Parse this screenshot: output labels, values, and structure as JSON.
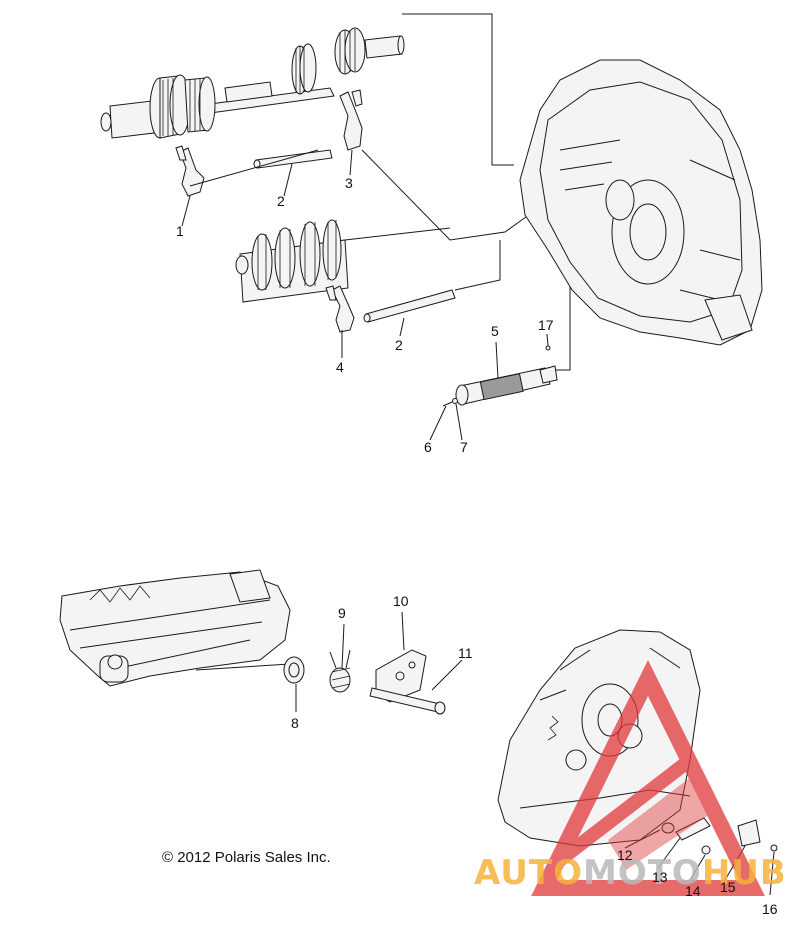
{
  "callouts": [
    {
      "id": "1",
      "label": "1"
    },
    {
      "id": "2a",
      "label": "2"
    },
    {
      "id": "3",
      "label": "3"
    },
    {
      "id": "2b",
      "label": "2"
    },
    {
      "id": "4",
      "label": "4"
    },
    {
      "id": "5",
      "label": "5"
    },
    {
      "id": "17",
      "label": "17"
    },
    {
      "id": "6",
      "label": "6"
    },
    {
      "id": "7",
      "label": "7"
    },
    {
      "id": "9",
      "label": "9"
    },
    {
      "id": "10",
      "label": "10"
    },
    {
      "id": "11",
      "label": "11"
    },
    {
      "id": "8",
      "label": "8"
    },
    {
      "id": "12",
      "label": "12"
    },
    {
      "id": "13",
      "label": "13"
    },
    {
      "id": "14",
      "label": "14"
    },
    {
      "id": "15",
      "label": "15"
    },
    {
      "id": "16",
      "label": "16"
    }
  ],
  "copyright": "© 2012 Polaris Sales Inc.",
  "watermark": {
    "part1": "AUTO",
    "part2": "MOTO",
    "part3": "HUB",
    "color_orange": "#f5b23c",
    "color_red": "#e0393a",
    "color_gray": "#b9b9b9"
  }
}
